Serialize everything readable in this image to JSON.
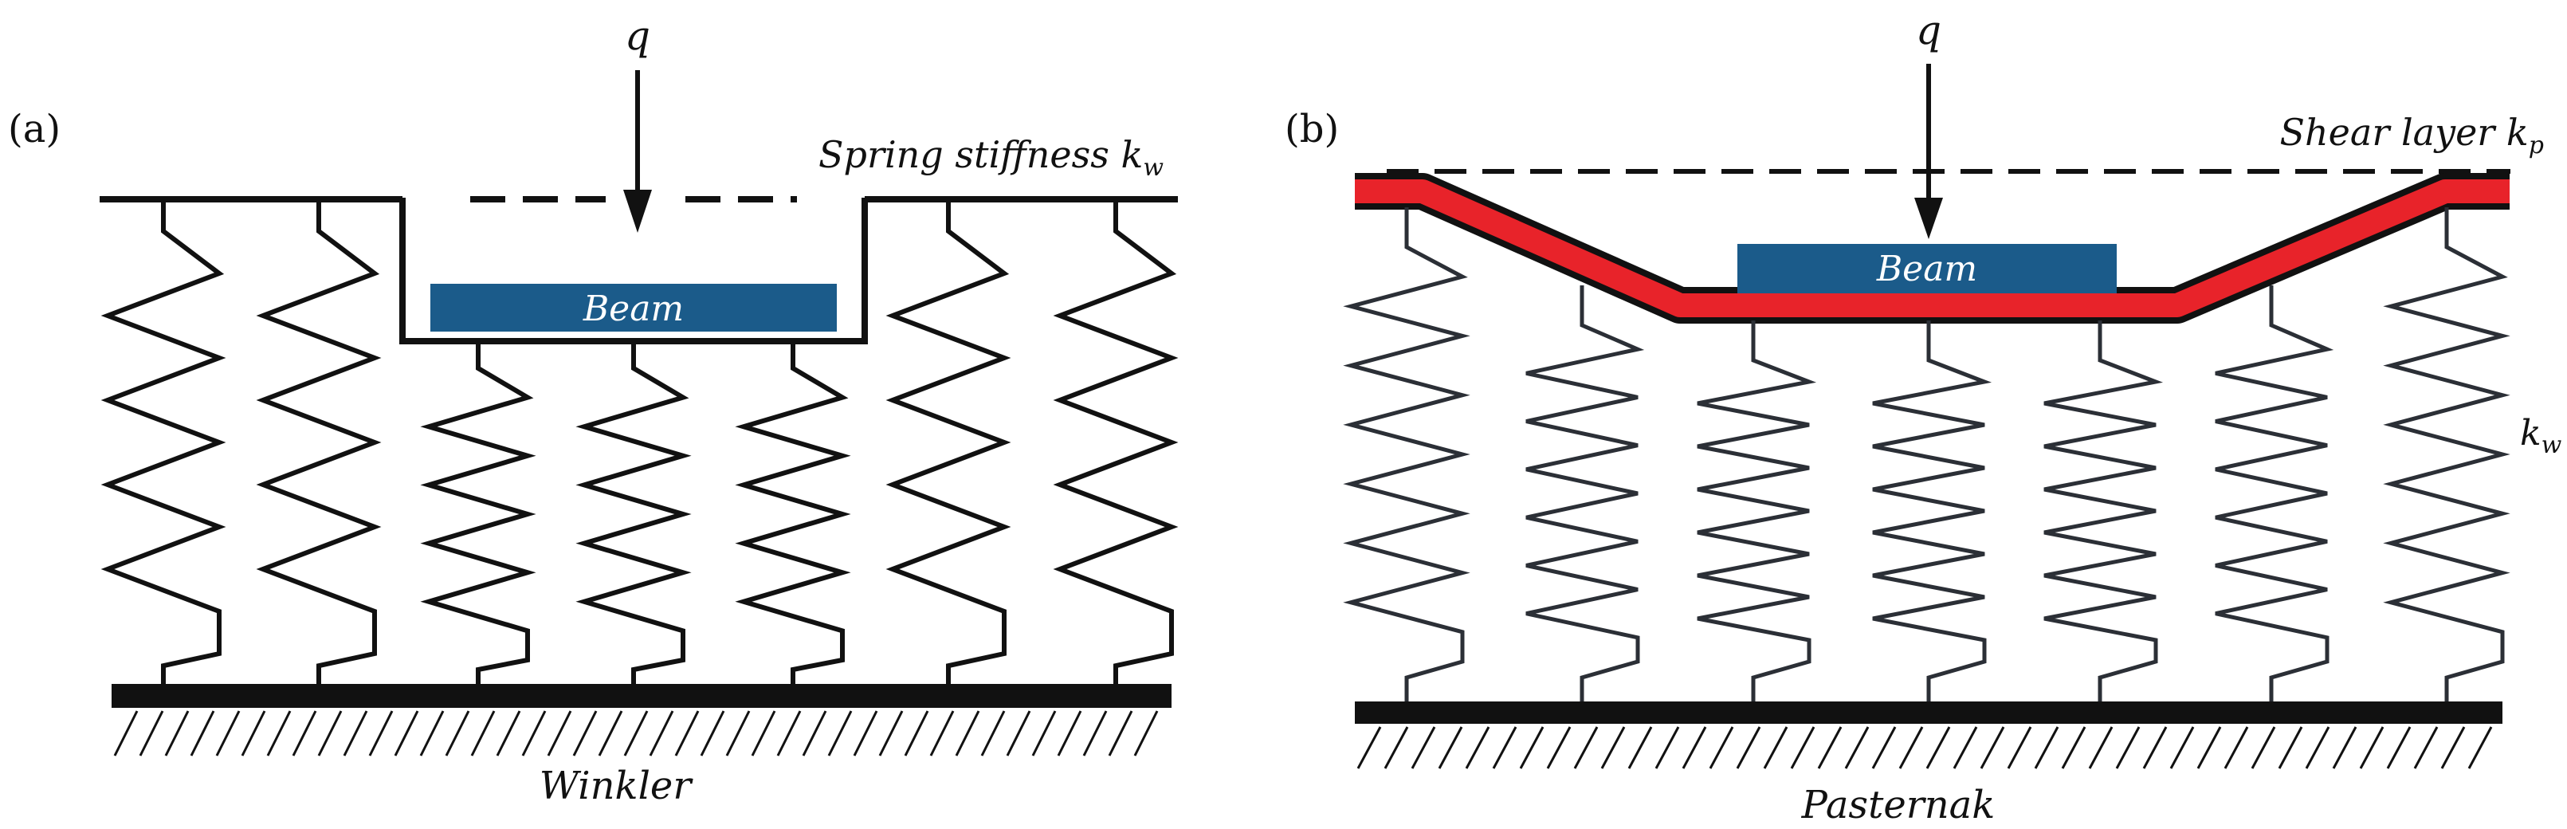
{
  "colors": {
    "ink": "#111111",
    "spring": "#2b2f36",
    "beam": "#1b5b8a",
    "beam_text": "#ffffff",
    "shear_layer": "#e8232a",
    "background": "#ffffff"
  },
  "panel_a": {
    "label": "(a)",
    "load": "q",
    "beam": "Beam",
    "spring_label": "Spring stiffness ",
    "spring_symbol": "k",
    "spring_sub": "w",
    "model": "Winkler"
  },
  "panel_b": {
    "label": "(b)",
    "load": "q",
    "beam": "Beam",
    "shear_label": "Shear layer ",
    "shear_symbol": "k",
    "shear_sub": "p",
    "spring_symbol": "k",
    "spring_sub": "w",
    "model": "Pasternak"
  }
}
